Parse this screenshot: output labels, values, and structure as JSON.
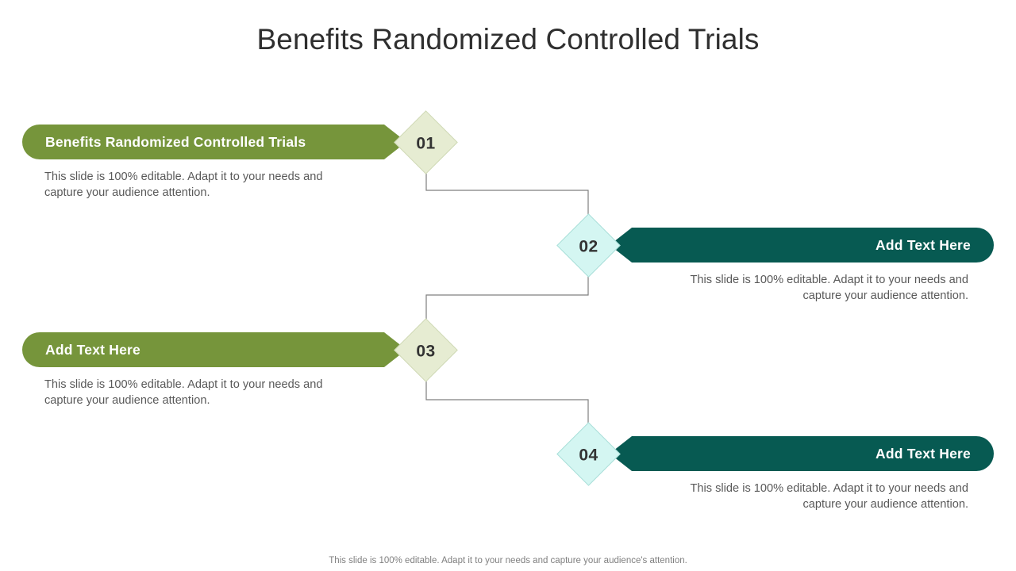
{
  "slide": {
    "title": "Benefits Randomized Controlled Trials",
    "footer_note": "This slide is 100% editable. Adapt it to your needs and capture your audience's attention.",
    "background_color": "#ffffff",
    "title_color": "#2f2f2f"
  },
  "colors": {
    "green_bar": "#76953b",
    "teal_bar": "#075a52",
    "green_diamond": "#e6ecd2",
    "green_diamond_border": "#cfd9b6",
    "cyan_diamond": "#d4f6f2",
    "cyan_diamond_border": "#a9ded8",
    "bar_label": "#ffffff",
    "number": "#333333",
    "body_text": "#595959",
    "connector_line": "#7f7f7f"
  },
  "steps": [
    {
      "number": "01",
      "side": "left",
      "bar_color": "#76953b",
      "diamond_color": "#e6ecd2",
      "title": "Benefits Randomized Controlled Trials",
      "body": "This slide is 100% editable. Adapt it to your needs and\ncapture your audience attention."
    },
    {
      "number": "02",
      "side": "right",
      "bar_color": "#075a52",
      "diamond_color": "#d4f6f2",
      "title": "Add Text Here",
      "body": "This slide is 100% editable. Adapt it to your needs and\ncapture your audience attention."
    },
    {
      "number": "03",
      "side": "left",
      "bar_color": "#76953b",
      "diamond_color": "#e6ecd2",
      "title": "Add Text Here",
      "body": "This slide is 100% editable. Adapt it to your needs and\ncapture your audience attention."
    },
    {
      "number": "04",
      "side": "right",
      "bar_color": "#075a52",
      "diamond_color": "#d4f6f2",
      "title": "Add Text Here",
      "body": "This slide is 100% editable. Adapt it to your needs and\ncapture your audience attention."
    }
  ],
  "connectors": [
    {
      "from": "01",
      "to": "02"
    },
    {
      "from": "02",
      "to": "03"
    },
    {
      "from": "03",
      "to": "04"
    }
  ]
}
